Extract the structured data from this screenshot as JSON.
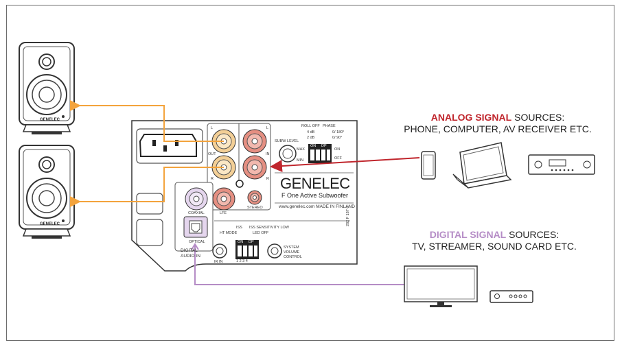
{
  "analog": {
    "title_strong": "ANALOG SIGNAL",
    "title_rest": " SOURCES:",
    "subtitle": "PHONE, COMPUTER, AV RECEIVER ETC."
  },
  "digital": {
    "title_strong": "DIGITAL SIGNAL",
    "title_rest": " SOURCES:",
    "subtitle": "TV, STREAMER, SOUND CARD ETC."
  },
  "panel": {
    "brand": "GENELEC",
    "model": "F One Active Subwoofer",
    "footer": "www.genelec.com  MADE IN FINLAND",
    "serial": "282 F 187 C",
    "out": "OUT",
    "in": "IN",
    "l": "L",
    "r": "R",
    "coaxial": "COAXIAL",
    "lfe": "LFE",
    "stereo": "STEREO",
    "optical": "OPTICAL",
    "digital_audio_in_1": "DIGITAL",
    "digital_audio_in_2": "AUDIO IN",
    "ir_in": "IR IN",
    "subw_level": "SUBW LEVEL",
    "max": "MAX",
    "min": "MIN",
    "roll_off": "ROLL OFF",
    "phase": "PHASE",
    "db4": "4 dB",
    "db2": "2 dB",
    "deg180": "0/ 180°",
    "deg90": "0/ 90°",
    "on_label": "ON",
    "off_label": "OFF",
    "dip_on": "ON",
    "dip_dp": "DP",
    "dip_nums": "1 2 3 4",
    "iss": "ISS",
    "iss_sens": "ISS SENSITIVITY LOW",
    "ht_mode": "HT MODE",
    "led_off": "LED OFF",
    "system_1": "SYSTEM",
    "system_2": "VOLUME",
    "system_3": "CONTROL"
  },
  "speakers": {
    "brand": "GENELEC"
  },
  "colors": {
    "analog_red": "#c0262d",
    "digital_purple": "#b58cc6",
    "out_orange": "#f3a33c",
    "rca_red": "#e58f82",
    "rca_cream": "#f3cf96"
  }
}
